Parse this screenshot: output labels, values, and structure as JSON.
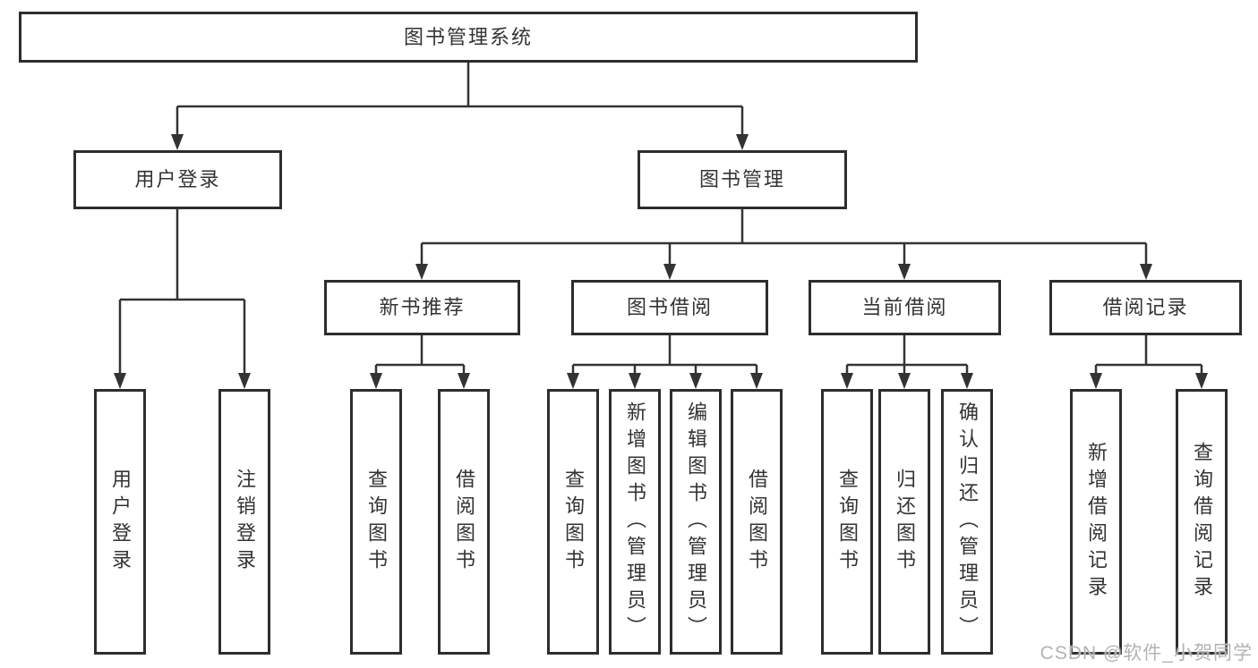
{
  "diagram": {
    "nodes": {
      "root": "图书管理系统",
      "l2": {
        "user_login": "用户登录",
        "book_mgmt": "图书管理"
      },
      "l3": {
        "new_book_rec": "新书推荐",
        "book_borrow": "图书借阅",
        "current_borrow": "当前借阅",
        "borrow_records": "借阅记录"
      },
      "leaves": {
        "user_login": "用户登录",
        "logout": "注销登录",
        "nbr_query": "查询图书",
        "nbr_borrow": "借阅图书",
        "bb_query": "查询图书",
        "bb_add": "新增图书（管理员）",
        "bb_edit": "编辑图书（管理员）",
        "bb_borrow": "借阅图书",
        "cb_query": "查询图书",
        "cb_return": "归还图书",
        "cb_confirm": "确认归还（管理员）",
        "br_add": "新增借阅记录",
        "br_query": "查询借阅记录"
      }
    },
    "colors": {
      "line": "#333333",
      "box_border": "#2d2d2d",
      "text": "#333333",
      "watermark": "#b3b3b3",
      "background": "#ffffff"
    }
  },
  "watermark": "CSDN @软件_小贺同学"
}
